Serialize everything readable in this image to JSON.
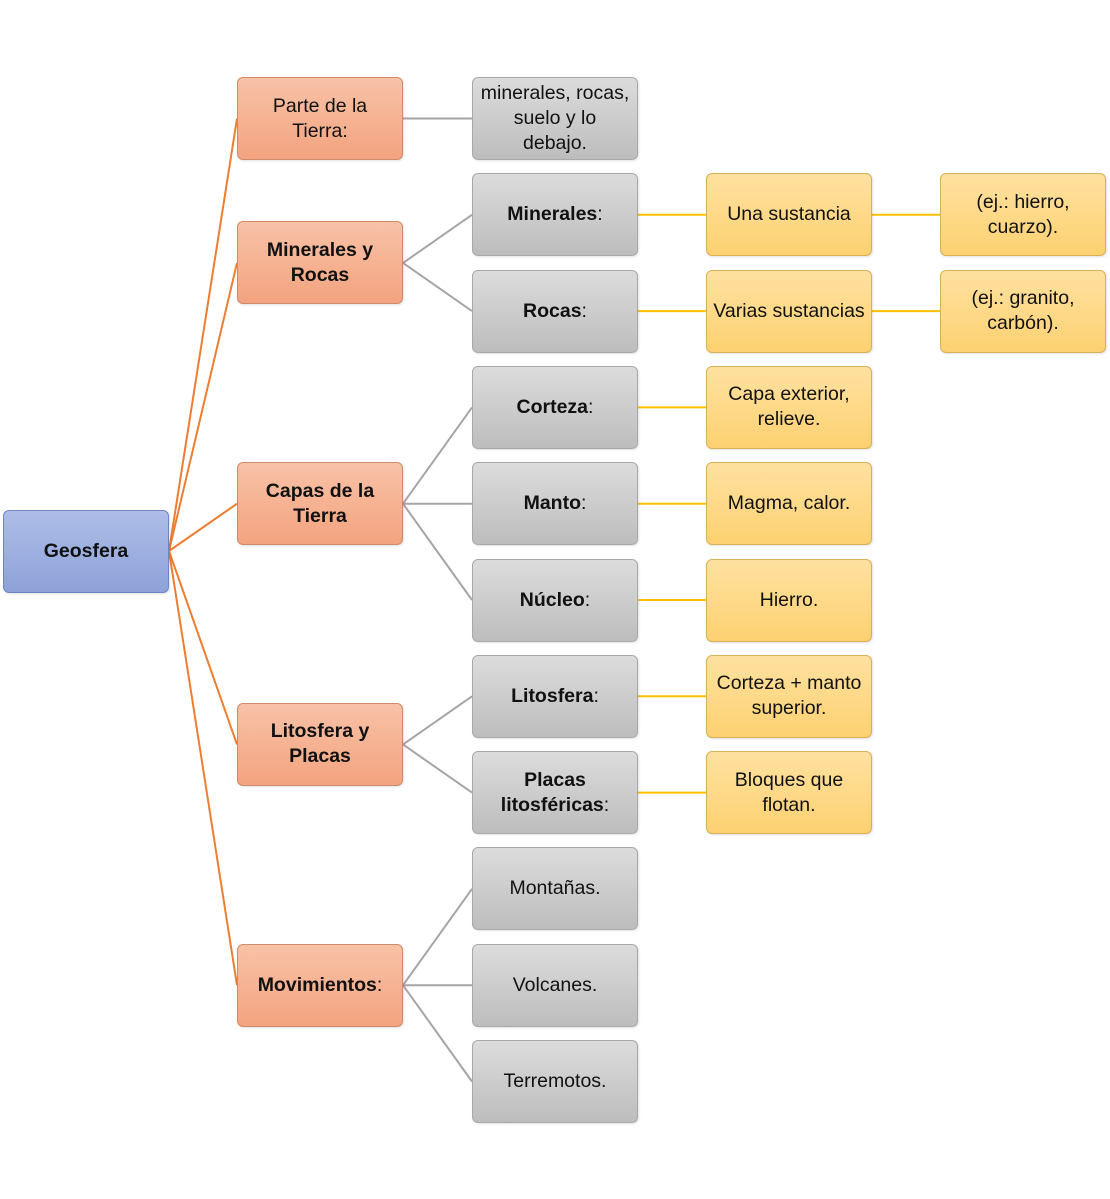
{
  "colors": {
    "root_edge": "#ed7d31",
    "gray_edge": "#a5a5a5",
    "gold_edge": "#ffc000"
  },
  "diagram": {
    "root": {
      "label": "Geosfera"
    },
    "branches": [
      {
        "id": "parte",
        "segments": [
          [
            "Parte de la\nTierra:",
            false
          ]
        ],
        "children": [
          {
            "id": "minerales-rocas-suelo",
            "segments": [
              [
                "minerales, rocas,\nsuelo y lo\ndebajo.",
                false
              ]
            ],
            "children": []
          }
        ]
      },
      {
        "id": "minerales-rocas",
        "segments": [
          [
            "Minerales y\nRocas",
            true
          ]
        ],
        "children": [
          {
            "id": "minerales",
            "segments": [
              [
                "Minerales",
                true
              ],
              [
                ":",
                false
              ]
            ],
            "children": [
              {
                "id": "una-sustancia",
                "segments": [
                  [
                    "Una sustancia",
                    false
                  ]
                ],
                "children": [
                  {
                    "id": "ej-hierro",
                    "segments": [
                      [
                        "(ej.: hierro,\ncuarzo).",
                        false
                      ]
                    ]
                  }
                ]
              }
            ]
          },
          {
            "id": "rocas",
            "segments": [
              [
                "Rocas",
                true
              ],
              [
                ":",
                false
              ]
            ],
            "children": [
              {
                "id": "varias-sustancias",
                "segments": [
                  [
                    "Varias sustancias",
                    false
                  ]
                ],
                "children": [
                  {
                    "id": "ej-granito",
                    "segments": [
                      [
                        "(ej.: granito,\ncarbón).",
                        false
                      ]
                    ]
                  }
                ]
              }
            ]
          }
        ]
      },
      {
        "id": "capas",
        "segments": [
          [
            "Capas de la\nTierra",
            true
          ]
        ],
        "children": [
          {
            "id": "corteza",
            "segments": [
              [
                "Corteza",
                true
              ],
              [
                ":",
                false
              ]
            ],
            "children": [
              {
                "id": "capa-exterior",
                "segments": [
                  [
                    "Capa exterior,\nrelieve.",
                    false
                  ]
                ],
                "children": []
              }
            ]
          },
          {
            "id": "manto",
            "segments": [
              [
                "Manto",
                true
              ],
              [
                ":",
                false
              ]
            ],
            "children": [
              {
                "id": "magma",
                "segments": [
                  [
                    "Magma, calor.",
                    false
                  ]
                ],
                "children": []
              }
            ]
          },
          {
            "id": "nucleo",
            "segments": [
              [
                "Núcleo",
                true
              ],
              [
                ":",
                false
              ]
            ],
            "children": [
              {
                "id": "hierro",
                "segments": [
                  [
                    "Hierro.",
                    false
                  ]
                ],
                "children": []
              }
            ]
          }
        ]
      },
      {
        "id": "litosfera-placas",
        "segments": [
          [
            "Litosfera y\nPlacas",
            true
          ]
        ],
        "children": [
          {
            "id": "litosfera",
            "segments": [
              [
                "Litosfera",
                true
              ],
              [
                ":",
                false
              ]
            ],
            "children": [
              {
                "id": "corteza-manto",
                "segments": [
                  [
                    "Corteza + manto\nsuperior.",
                    false
                  ]
                ],
                "children": []
              }
            ]
          },
          {
            "id": "placas-litosfericas",
            "segments": [
              [
                "Placas\nlitosféricas",
                true
              ],
              [
                ":",
                false
              ]
            ],
            "children": [
              {
                "id": "bloques",
                "segments": [
                  [
                    "Bloques que\nflotan.",
                    false
                  ]
                ],
                "children": []
              }
            ]
          }
        ]
      },
      {
        "id": "movimientos",
        "segments": [
          [
            "Movimientos",
            true
          ],
          [
            ":",
            false
          ]
        ],
        "children": [
          {
            "id": "montanas",
            "segments": [
              [
                "Montañas.",
                false
              ]
            ],
            "children": []
          },
          {
            "id": "volcanes",
            "segments": [
              [
                "Volcanes.",
                false
              ]
            ],
            "children": []
          },
          {
            "id": "terremotos",
            "segments": [
              [
                "Terremotos.",
                false
              ]
            ],
            "children": []
          }
        ]
      }
    ]
  }
}
